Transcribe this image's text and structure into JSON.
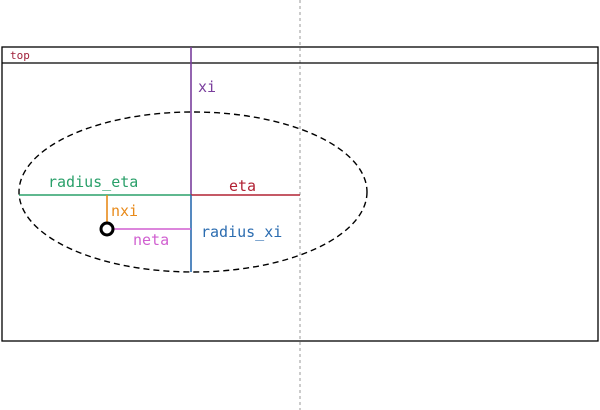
{
  "frame": {
    "title": "top"
  },
  "labels": {
    "xi": "xi",
    "eta": "eta",
    "radius_eta": "radius_eta",
    "radius_xi": "radius_xi",
    "nxi": "nxi",
    "neta": "neta"
  },
  "colors": {
    "frame_title": "#a0203a",
    "xi": "#7a3e9d",
    "eta": "#b22234",
    "radius_eta": "#2aa06a",
    "radius_xi": "#2b6cb0",
    "nxi": "#e88a1a",
    "neta": "#d05fd0",
    "outline": "#000000",
    "center_guide": "#999999"
  },
  "icons": {
    "point": "circle-marker-icon"
  }
}
